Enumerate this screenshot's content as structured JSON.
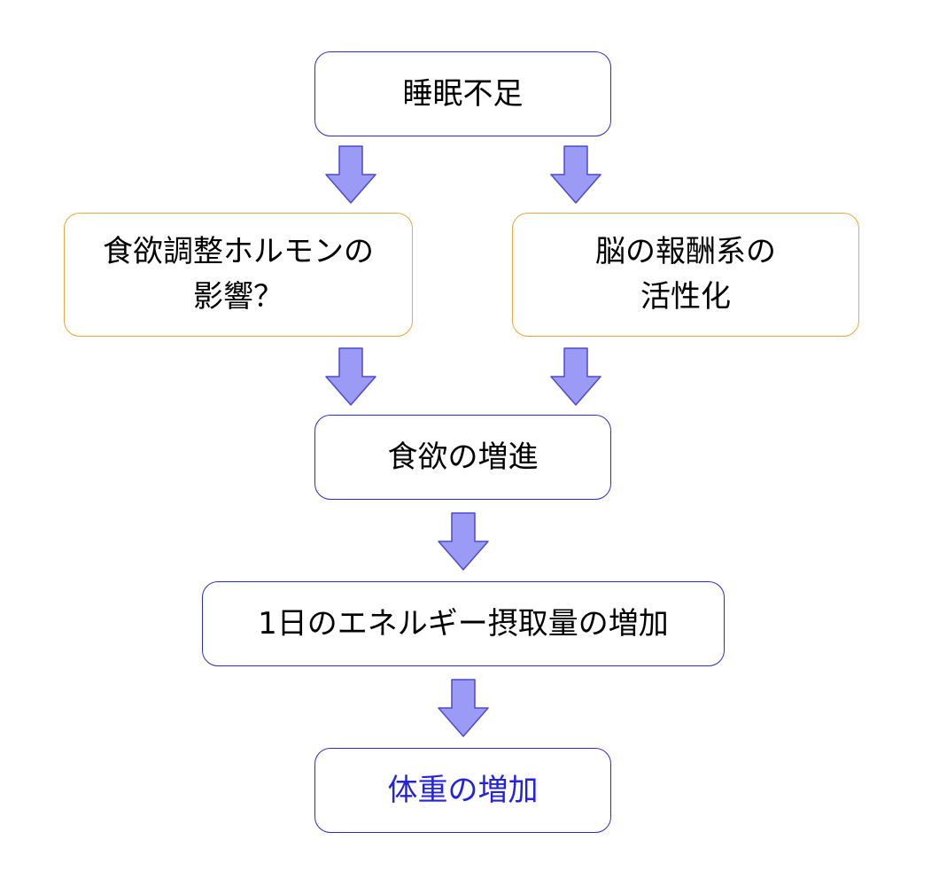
{
  "diagram": {
    "nodes": {
      "sleep": {
        "lines": [
          "睡眠不足"
        ]
      },
      "hormone": {
        "lines": [
          "食欲調整ホルモンの",
          "影響？"
        ]
      },
      "reward": {
        "lines": [
          "脳の報酬系の",
          "活性化"
        ]
      },
      "appetite": {
        "lines": [
          "食欲の増進"
        ]
      },
      "intake": {
        "lines": [
          "1日のエネルギー摂取量の増加"
        ]
      },
      "weight": {
        "lines": [
          "体重の増加"
        ]
      }
    },
    "edges": [
      {
        "from": "sleep",
        "to": "hormone"
      },
      {
        "from": "sleep",
        "to": "reward"
      },
      {
        "from": "hormone",
        "to": "appetite"
      },
      {
        "from": "reward",
        "to": "appetite"
      },
      {
        "from": "appetite",
        "to": "intake"
      },
      {
        "from": "intake",
        "to": "weight"
      }
    ],
    "colors": {
      "box_border": "#2b2bd6",
      "box_border_orange": "#f3a33a",
      "arrow_fill": "#9b9bf5",
      "arrow_stroke": "#4a4ad0",
      "accent_text": "#2222e6"
    }
  }
}
